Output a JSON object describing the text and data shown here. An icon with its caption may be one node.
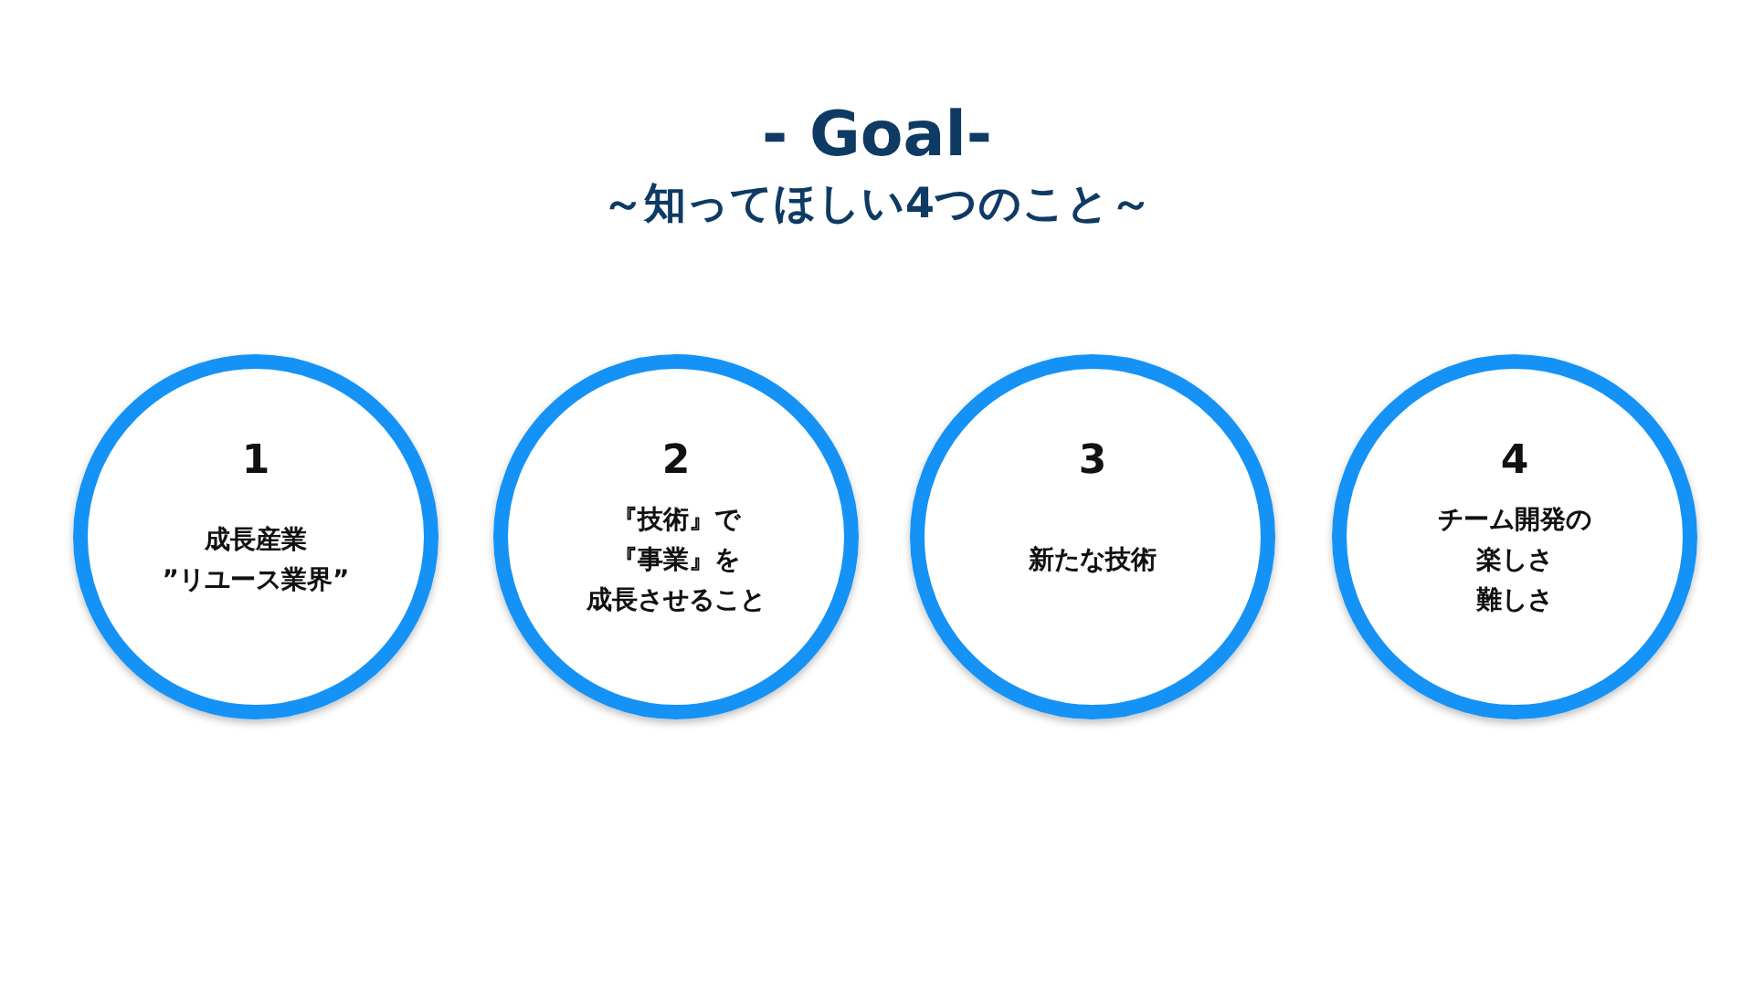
{
  "diagram": {
    "title": "- Goal-",
    "nodes": [
      {
        "text": [
          "1",
          "成長産業”リユース業界”"
        ]
      },
      {
        "text": [
          "2",
          "『技術』で『事業』を成長させること"
        ]
      },
      {
        "text": [
          "3",
          "新たな技術"
        ]
      },
      {
        "text": [
          "4",
          "チーム開発の楽しさ難しさ"
        ]
      }
    ],
    "edges": [],
    "labels": [
      "～知ってほしい4つのこと～"
    ]
  }
}
